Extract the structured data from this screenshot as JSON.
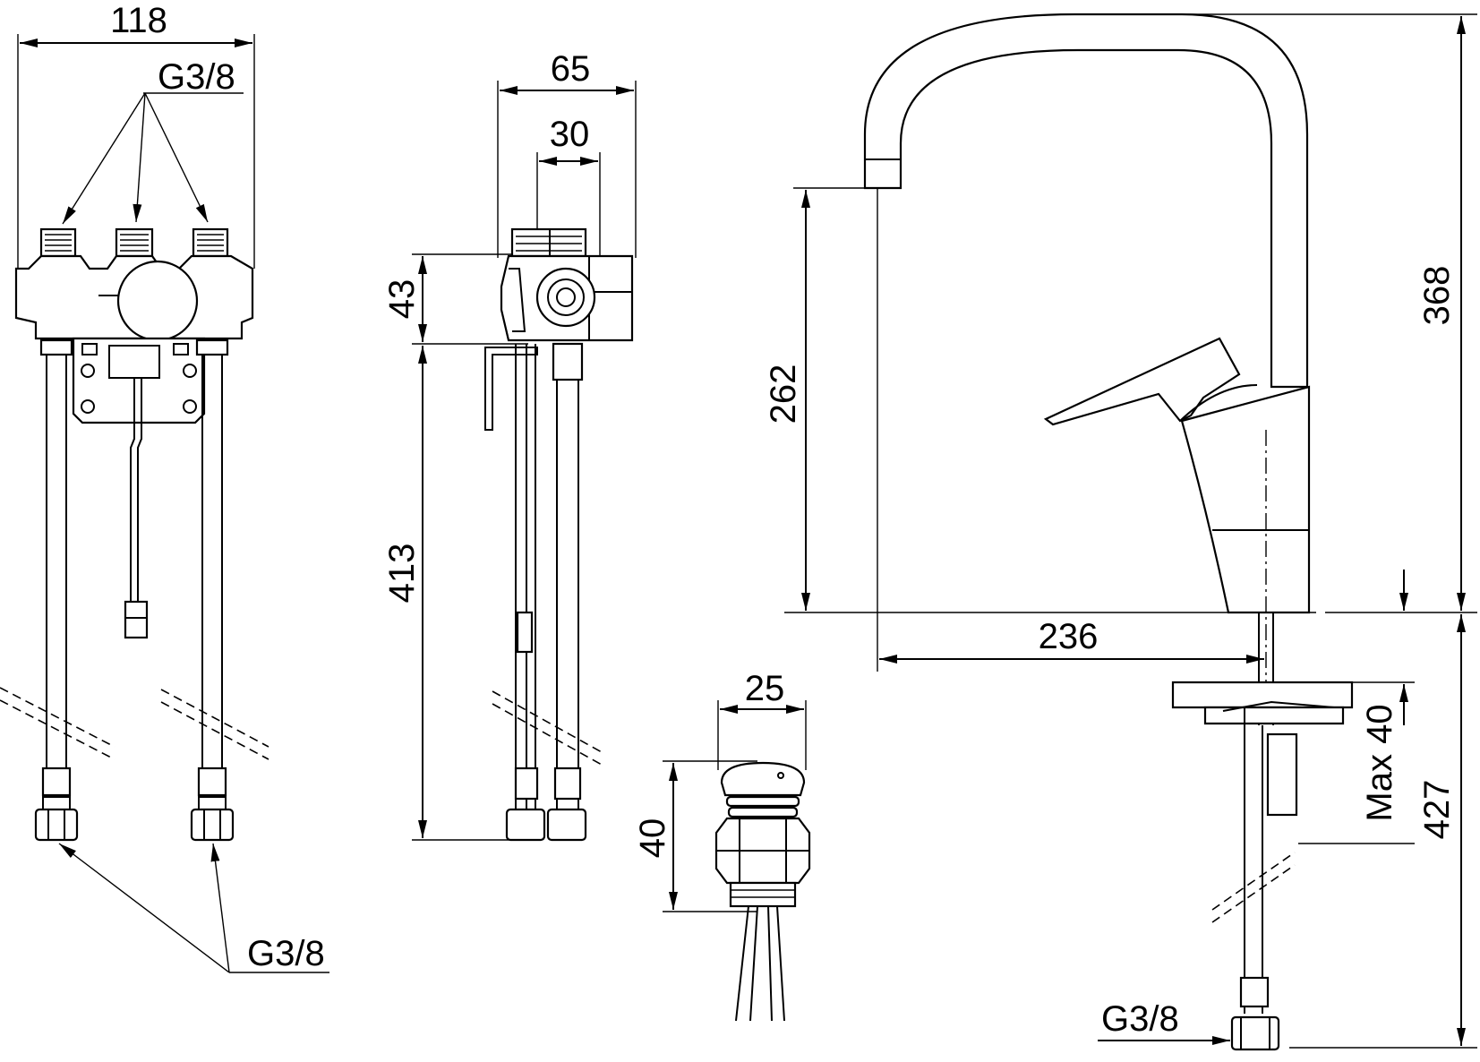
{
  "drawing": {
    "dimensions": {
      "width_top": "118",
      "thread_top": "G3/8",
      "thread_bottom_left": "G3/8",
      "depth_outer": "65",
      "depth_inner": "30",
      "block_height": "43",
      "hose_length": "413",
      "stem_width": "25",
      "stem_height": "40",
      "spout_height": "262",
      "total_height": "368",
      "spout_reach": "236",
      "max_deck": "Max 40",
      "hose_below": "427",
      "thread_bottom_right": "G3/8"
    }
  }
}
